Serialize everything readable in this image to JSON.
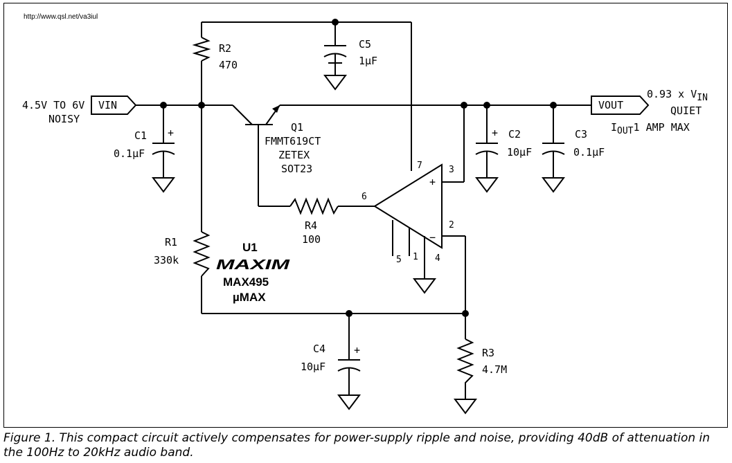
{
  "source_url": "http://www.qsl.net/va3iul",
  "caption": "Figure 1. This compact circuit actively compensates for power-supply ripple and noise, providing 40dB of attenuation in the 100Hz to 20kHz audio band.",
  "input": {
    "range": "4.5V TO 6V",
    "note": "NOISY",
    "port": "VIN"
  },
  "output": {
    "port": "VOUT",
    "line1_prefix": "0.93 x V",
    "line1_sub": "IN",
    "line2": "QUIET",
    "line3_prefix": "I",
    "line3_sub": "OUT",
    "line3_suffix": "1 AMP MAX"
  },
  "components": {
    "R1": {
      "ref": "R1",
      "value": "330k"
    },
    "R2": {
      "ref": "R2",
      "value": "470"
    },
    "R3": {
      "ref": "R3",
      "value": "4.7M"
    },
    "R4": {
      "ref": "R4",
      "value": "100"
    },
    "C1": {
      "ref": "C1",
      "value": "0.1µF"
    },
    "C2": {
      "ref": "C2",
      "value": "10µF"
    },
    "C3": {
      "ref": "C3",
      "value": "0.1µF"
    },
    "C4": {
      "ref": "C4",
      "value": "10µF"
    },
    "C5": {
      "ref": "C5",
      "value": "1µF"
    },
    "Q1": {
      "ref": "Q1",
      "part": "FMMT619CT",
      "maker": "ZETEX",
      "package": "SOT23"
    },
    "U1": {
      "ref": "U1",
      "logo": "MAXIM",
      "part": "MAX495",
      "package": "µMAX"
    }
  },
  "pins": {
    "p7": "7",
    "p3": "3",
    "p6": "6",
    "p2": "2",
    "p5": "5",
    "p1": "1",
    "p4": "4",
    "plus": "+",
    "minus": "−"
  },
  "polarity_mark": "+"
}
